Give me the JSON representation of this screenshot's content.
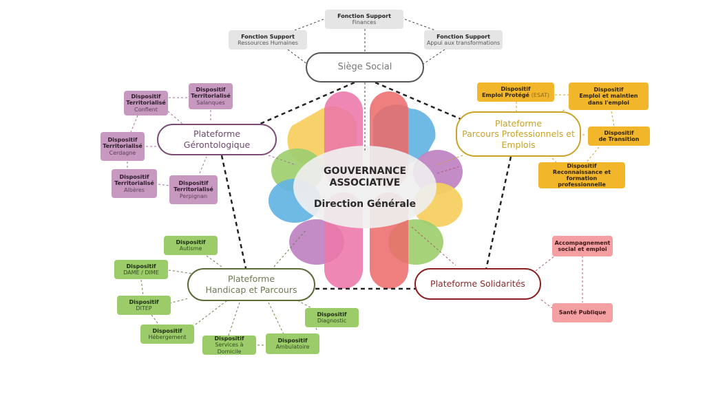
{
  "center": {
    "line1": "GOUVERNANCE",
    "line2": "ASSOCIATIVE",
    "line3": "Direction Générale"
  },
  "colors": {
    "gerontologique": "#7b4a76",
    "professionnels": "#c9a227",
    "handicap": "#5a6b35",
    "solidarites": "#8b1e1e",
    "siege": "#555555",
    "petal_pink": "#ec6fa6",
    "petal_red": "#ec6464",
    "petal_yellow": "#f6cc5a",
    "petal_blue": "#5fb2e0",
    "petal_green": "#9ccc6a",
    "petal_purple": "#bd7fc0"
  },
  "siege": {
    "label": "Siège Social",
    "supports": [
      {
        "title": "Fonction Support",
        "sub": "Finances"
      },
      {
        "title": "Fonction Support",
        "sub": "Ressources Humaines"
      },
      {
        "title": "Fonction Support",
        "sub": "Appui aux transformations"
      }
    ]
  },
  "gerontologique": {
    "label_1": "Plateforme",
    "label_2": "Gérontologique",
    "items": [
      {
        "title_1": "Dispositif",
        "title_2": "Territorialisé",
        "sub": "Conflent"
      },
      {
        "title_1": "Dispositif",
        "title_2": "Territorialisé",
        "sub": "Salanques"
      },
      {
        "title_1": "Dispositif",
        "title_2": "Territorialisé",
        "sub": "Cerdagne"
      },
      {
        "title_1": "Dispositif",
        "title_2": "Territorialisé",
        "sub": "Albères"
      },
      {
        "title_1": "Dispositif",
        "title_2": "Territorialisé",
        "sub": "Perpignan"
      }
    ]
  },
  "professionnels": {
    "label_1": "Plateforme",
    "label_2": "Parcours Professionnels et",
    "label_3": "Emplois",
    "items": [
      {
        "line1": "Dispositif",
        "line2": "Emploi Protégé",
        "line2_extra": "(ESAT)"
      },
      {
        "line1": "Dispositif",
        "line2": "Emploi et maintien",
        "line3": "dans l'emploi"
      },
      {
        "line1": "Dispositif",
        "line2": "de Transition"
      },
      {
        "line1": "Dispositif",
        "line2": "Reconnaissance et formation",
        "line3": "professionnelle"
      }
    ]
  },
  "handicap": {
    "label_1": "Plateforme",
    "label_2": "Handicap et Parcours",
    "items": [
      {
        "title": "Dispositif",
        "sub": "Autisme"
      },
      {
        "title": "Dispositif",
        "sub": "DAME / DIME"
      },
      {
        "title": "Dispositif",
        "sub": "DITEP"
      },
      {
        "title": "Dispositif",
        "sub": "Hébergement"
      },
      {
        "title": "Dispositif",
        "sub": "Services à Domicile"
      },
      {
        "title": "Dispositif",
        "sub": "Ambulatoire"
      },
      {
        "title": "Dispositif",
        "sub": "Diagnostic"
      }
    ]
  },
  "solidarites": {
    "label": "Plateforme Solidarités",
    "items": [
      {
        "line1": "Accompagnement",
        "line2": "social et emploi"
      },
      {
        "line1": "Santé Publique"
      }
    ]
  }
}
